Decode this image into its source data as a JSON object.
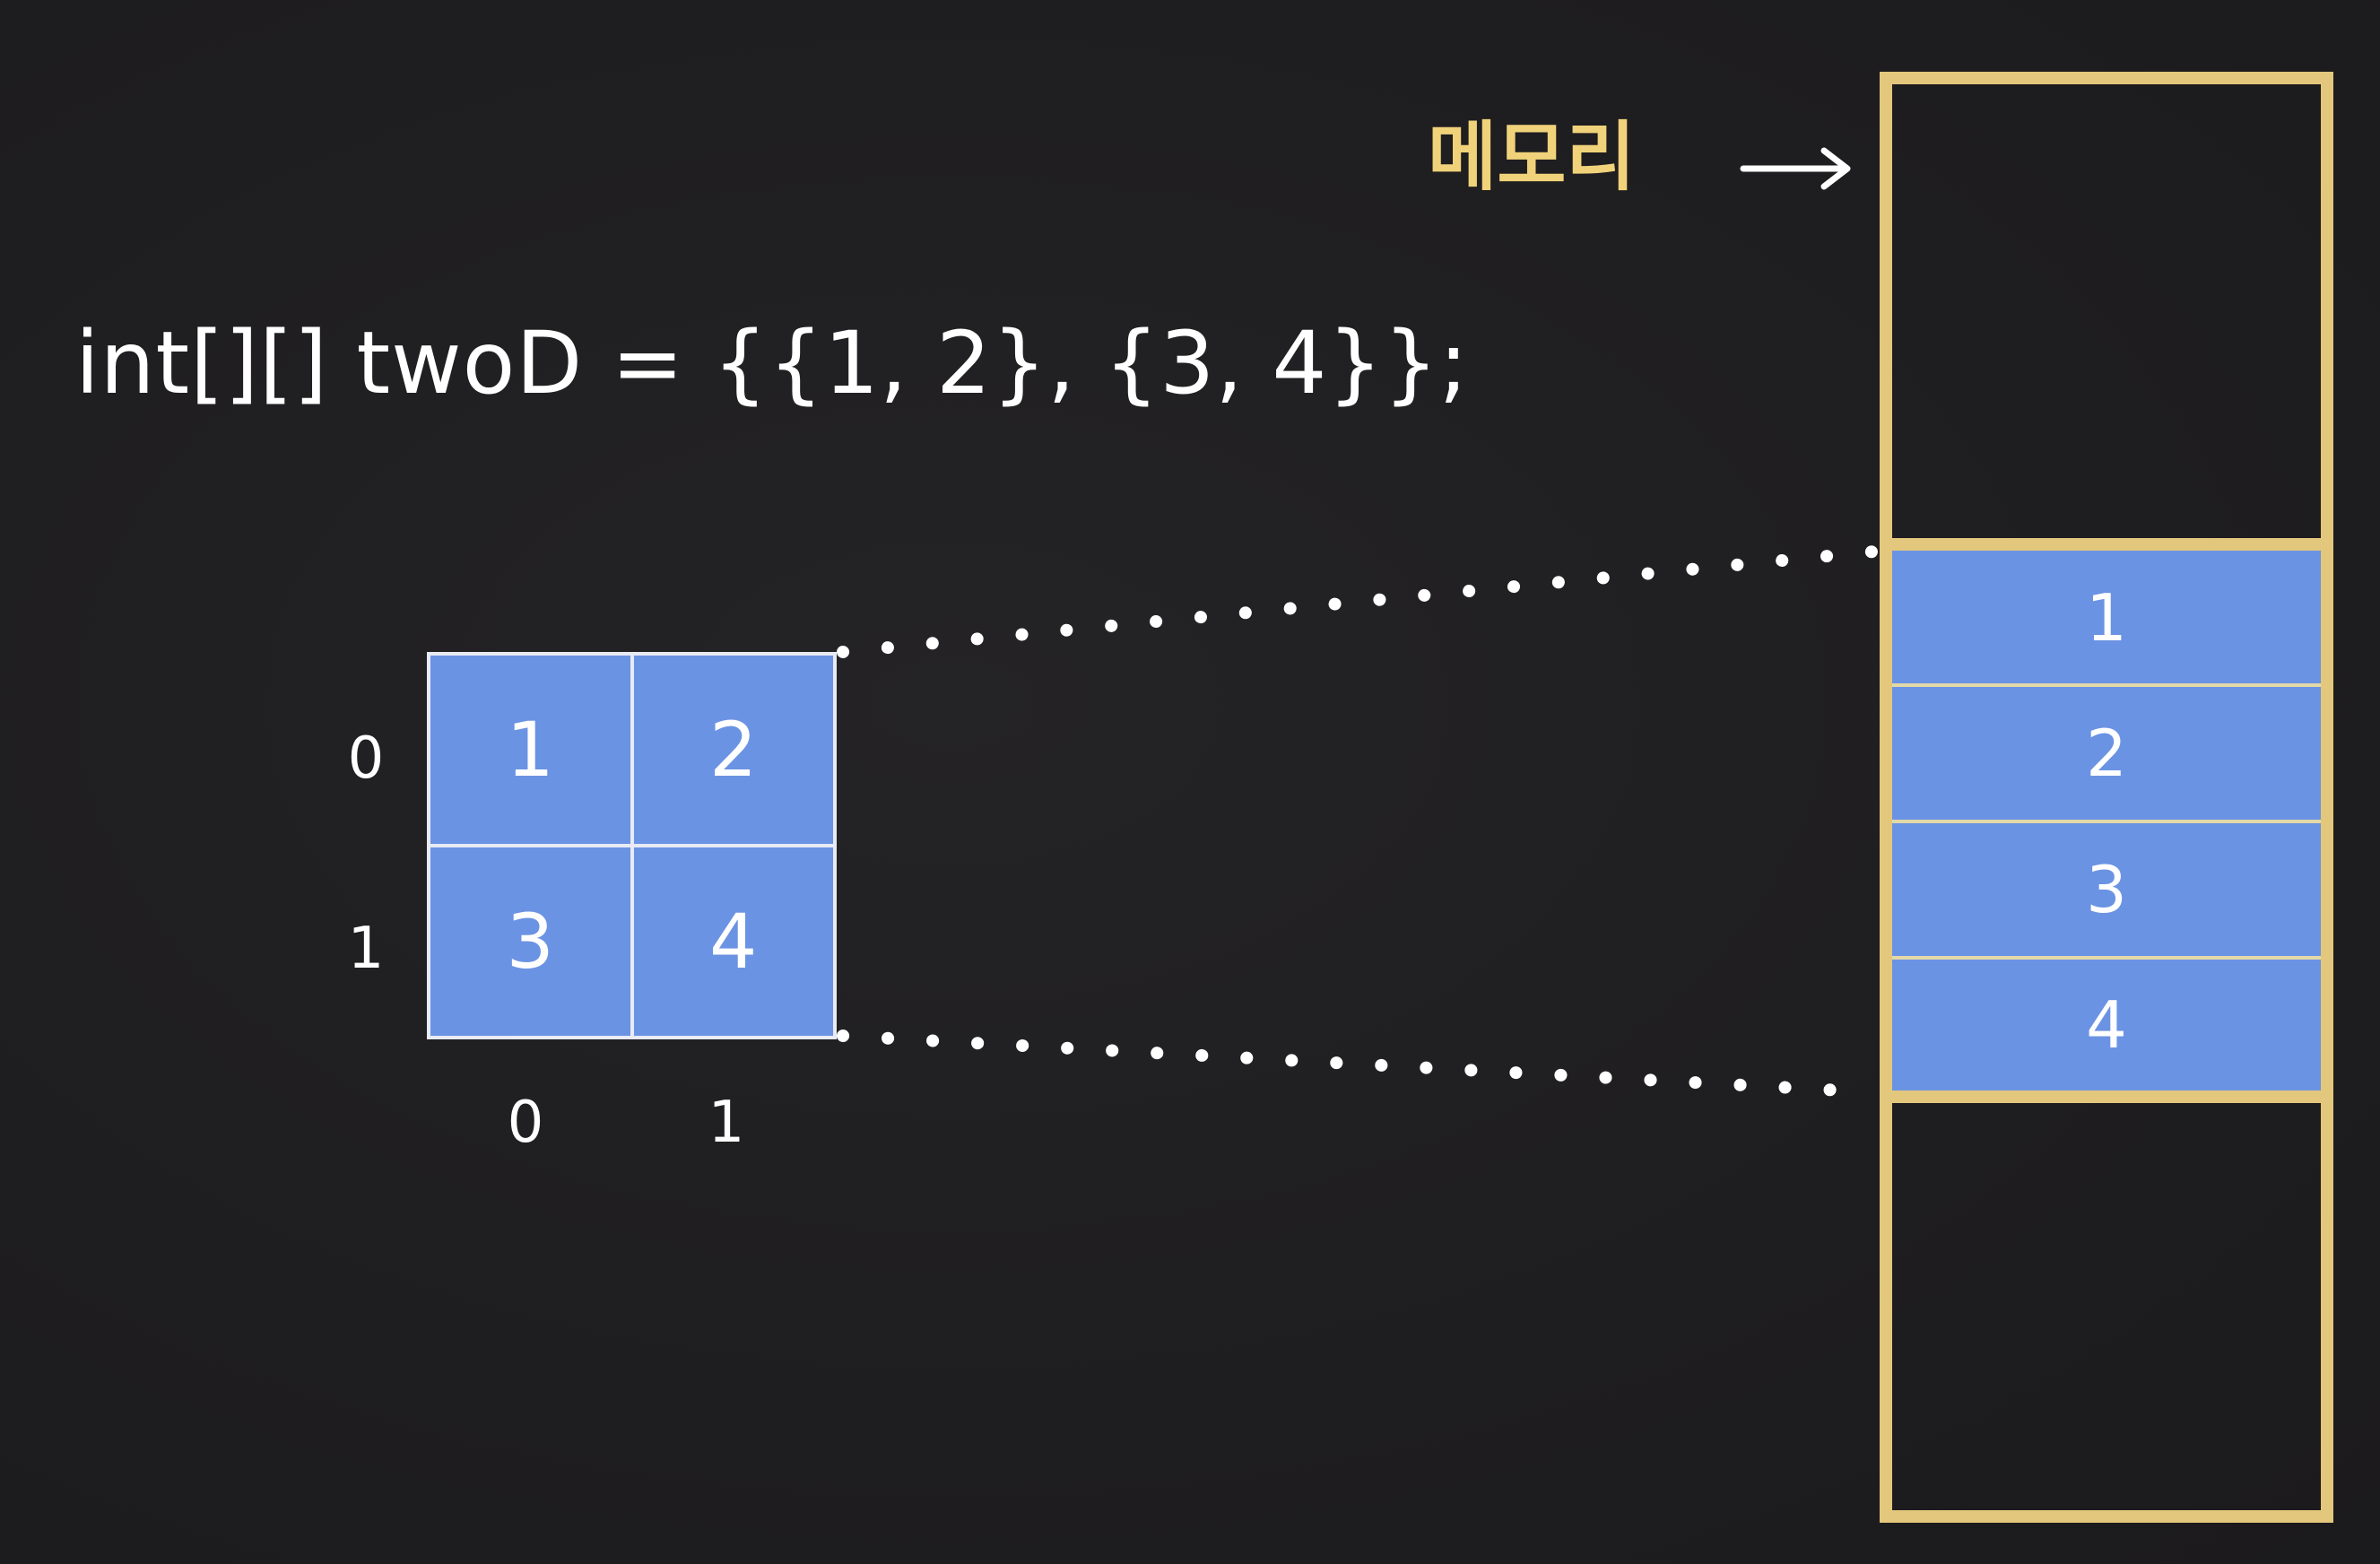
{
  "code_line": "int[][] twoD = {{1, 2}, {3, 4}};",
  "memory_label": "메모리",
  "arrow_glyph": "⟶",
  "grid": {
    "cells": [
      "1",
      "2",
      "3",
      "4"
    ],
    "row_indices": [
      "0",
      "1"
    ],
    "col_indices": [
      "0",
      "1"
    ]
  },
  "memory": {
    "slots": [
      "1",
      "2",
      "3",
      "4"
    ]
  },
  "colors": {
    "background": "#1f1e20",
    "cell_fill": "#6b93e3",
    "memory_border": "#e3c77c",
    "label_color": "#f0d27a",
    "dots": "#ffffff"
  }
}
